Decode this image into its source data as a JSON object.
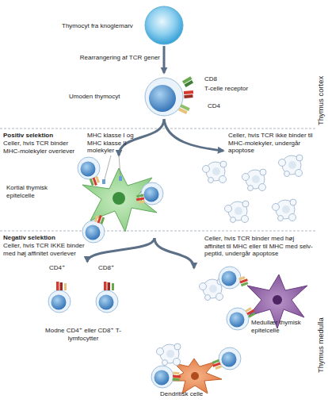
{
  "diagram": {
    "nodes": [
      {
        "text": [
          "Thymocyt fra knoglemarv"
        ]
      },
      {
        "text": [
          "Umoden thymocyt"
        ]
      },
      {
        "text": [
          "Kortial thymisk epitelcelle"
        ]
      },
      {
        "text": [
          "Modne CD4⁺ eller CD8⁺ T-lymfocytter"
        ]
      },
      {
        "text": [
          "Medullær thymisk epitelcelle"
        ]
      },
      {
        "text": [
          "Dendritisk celle"
        ]
      }
    ],
    "edges": [
      {
        "from": 0,
        "to": 1,
        "arrow": "to",
        "label": "Rearrangering af TCR gener"
      },
      {
        "from": 1,
        "to": 2,
        "arrow": "to"
      },
      {
        "from": 2,
        "to": 3,
        "arrow": "to"
      },
      {
        "from": 2,
        "to": 4,
        "arrow": "to"
      }
    ],
    "labels": [
      "CD8",
      "T-celle receptor",
      "CD4",
      "Thymus cortex",
      "Positiv selektion",
      "Celler, hvis TCR binder MHC-molekyler overlever",
      "MHC klasse I og MHC klasse II molekyler",
      "Celler, hvis TCR ikke binder til MHC-molekyler, undergår apoptose",
      "Thymus medulla",
      "Negativ selektion",
      "Celler, hvis TCR IKKE binder med høj affinitet overlever",
      "CD4⁺",
      "CD8⁺",
      "Celler, hvis TCR binder med høj affinitet til MHC eller til MHC med selv-peptid, undergår apoptose"
    ]
  }
}
